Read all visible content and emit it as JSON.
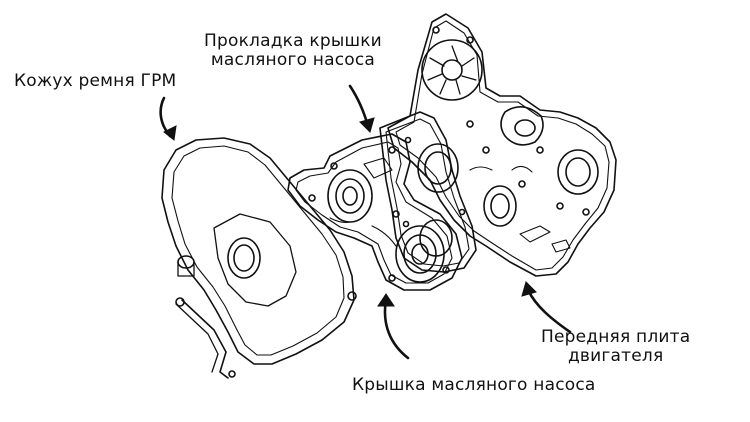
{
  "labels": {
    "belt_cover": "Кожух ремня ГРМ",
    "gasket_line1": "Прокладка крышки",
    "gasket_line2": "масляного насоса",
    "front_plate_line1": "Передняя плита",
    "front_plate_line2": "двигателя",
    "pump_cover": "Крышка масляного насоса"
  },
  "colors": {
    "ink": "#111111",
    "background": "#ffffff"
  }
}
